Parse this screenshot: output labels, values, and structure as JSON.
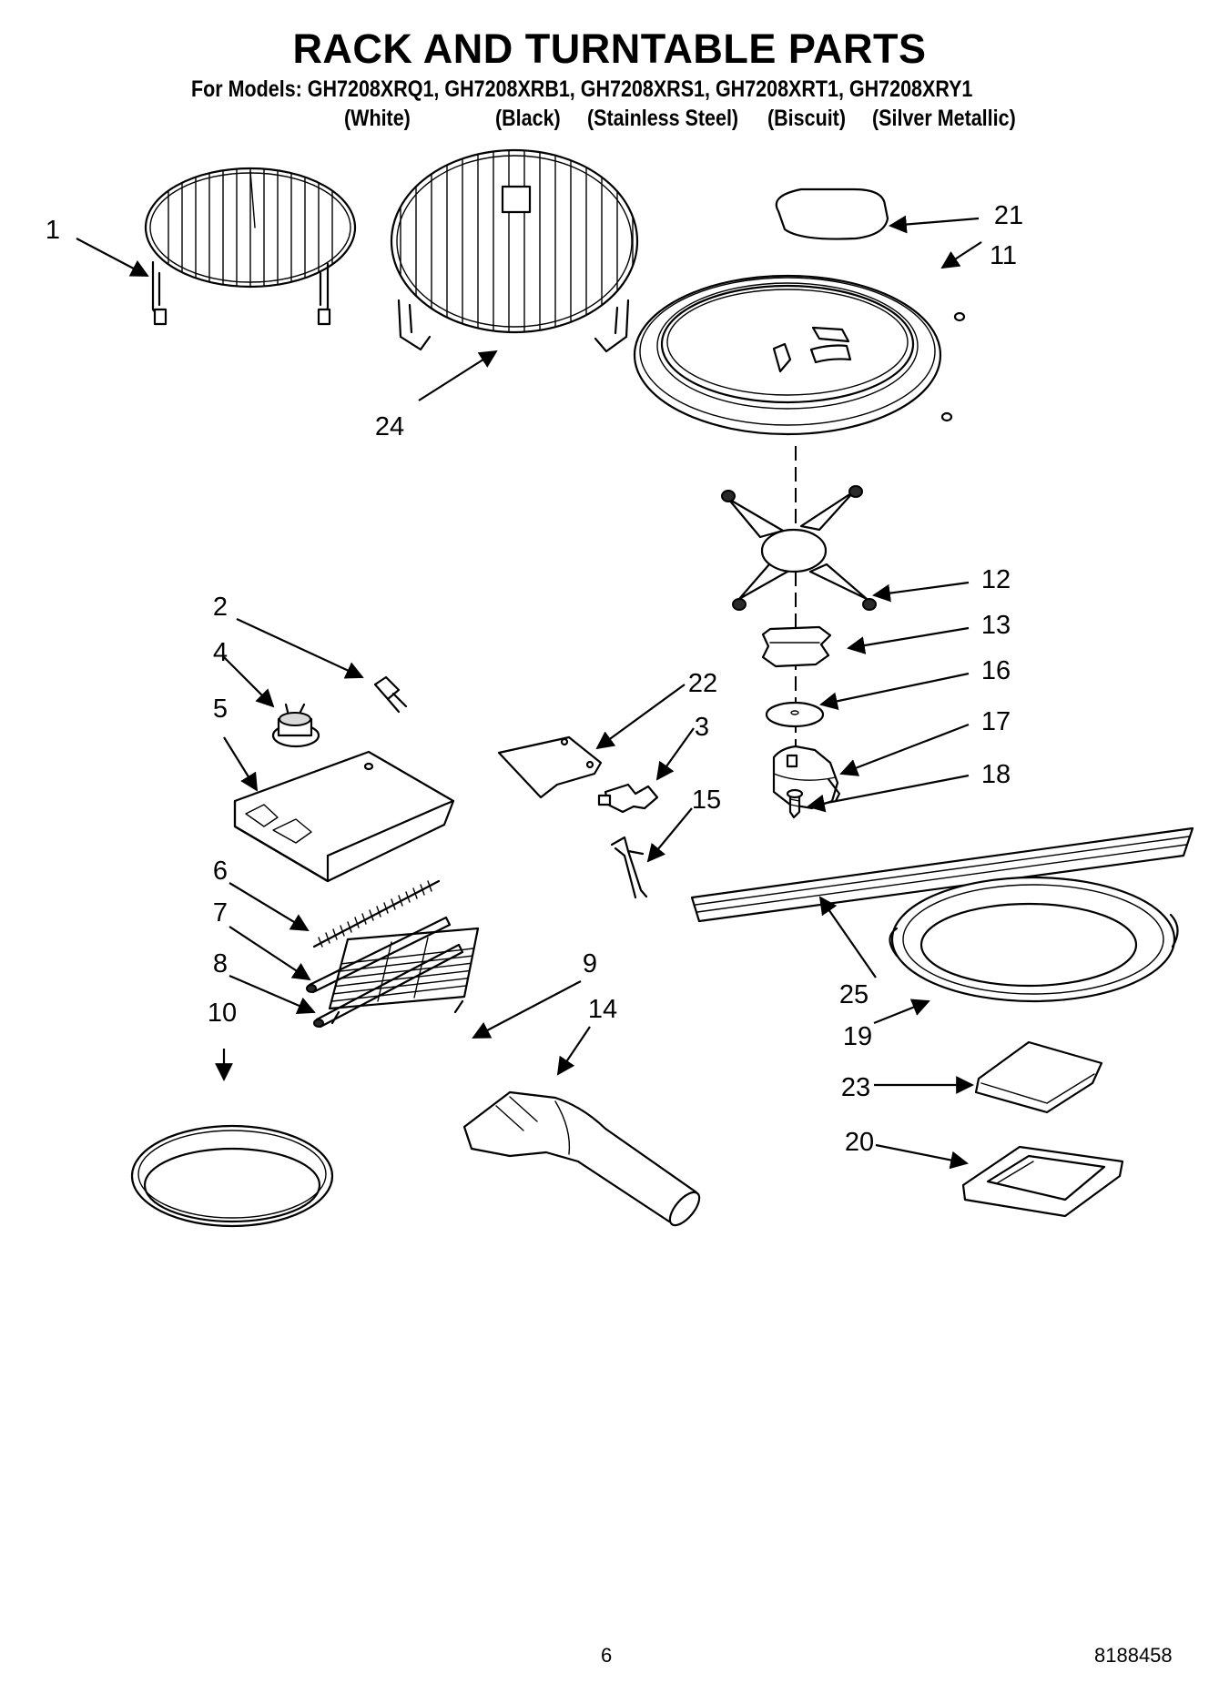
{
  "header": {
    "title": "RACK AND TURNTABLE PARTS",
    "models_line": "For Models: GH7208XRQ1, GH7208XRB1, GH7208XRS1, GH7208XRT1, GH7208XRY1",
    "variants": [
      "(White)",
      "(Black)",
      "(Stainless Steel)",
      "(Biscuit)",
      "(Silver Metallic)"
    ]
  },
  "callouts": [
    "1",
    "2",
    "3",
    "4",
    "5",
    "6",
    "7",
    "8",
    "9",
    "10",
    "11",
    "12",
    "13",
    "14",
    "15",
    "16",
    "17",
    "18",
    "19",
    "20",
    "21",
    "22",
    "23",
    "24",
    "25"
  ],
  "footer": {
    "page_number": "6",
    "document_number": "8188458"
  }
}
